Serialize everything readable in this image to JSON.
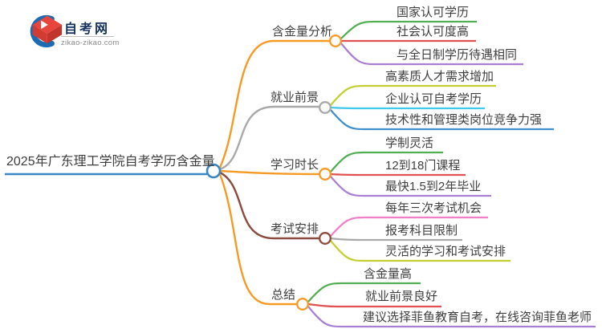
{
  "logo": {
    "title": "自考网",
    "subtitle": "zikao-zikao.com"
  },
  "root": {
    "label": "2025年广东理工学院自考学历含金量",
    "color": "#3a87c5"
  },
  "branches": [
    {
      "label": "含金量分析",
      "color": "#f59a23",
      "children": [
        {
          "label": "国家认可学历",
          "color": "#52ae52"
        },
        {
          "label": "社会认可度高",
          "color": "#e05252"
        },
        {
          "label": "与全日制学历待遇相同",
          "color": "#a97fd4"
        }
      ]
    },
    {
      "label": "就业前景",
      "color": "#a9a9a9",
      "children": [
        {
          "label": "高素质人才需求增加",
          "color": "#c2cf2e"
        },
        {
          "label": "企业认可自考学历",
          "color": "#3fc9ea"
        },
        {
          "label": "技术性和管理类岗位竞争力强",
          "color": "#3f8fd0"
        }
      ]
    },
    {
      "label": "学习时长",
      "color": "#f59a23",
      "children": [
        {
          "label": "学制灵活",
          "color": "#52ae52"
        },
        {
          "label": "12到18门课程",
          "color": "#e05252"
        },
        {
          "label": "最快1.5到2年毕业",
          "color": "#a97fd4"
        }
      ]
    },
    {
      "label": "考试安排",
      "color": "#8d4b40",
      "children": [
        {
          "label": "每年三次考试机会",
          "color": "#f07fc8"
        },
        {
          "label": "报考科目限制",
          "color": "#a9a9a9"
        },
        {
          "label": "灵活的学习和考试安排",
          "color": "#c2cf2e"
        }
      ]
    },
    {
      "label": "总结",
      "color": "#f59a23",
      "children": [
        {
          "label": "含金量高",
          "color": "#52ae52"
        },
        {
          "label": "就业前景良好",
          "color": "#e05252"
        },
        {
          "label": "建议选择菲鱼教育自考，在线咨询菲鱼老师",
          "color": "#a97fd4"
        }
      ]
    }
  ],
  "logo_colors": {
    "crescent_blue": "#1b6cb3",
    "cap_red": "#e8453c",
    "cap_red_dark": "#c93a30",
    "title_navy": "#16325c"
  }
}
